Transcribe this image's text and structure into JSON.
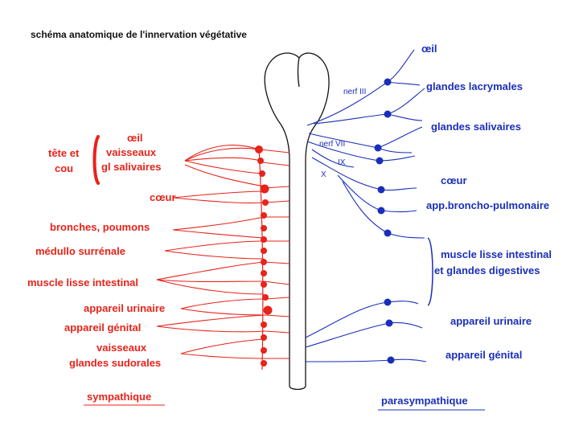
{
  "title": "schéma anatomique de l'innervation végétative",
  "colors": {
    "sympathetic": "#e8231a",
    "parasympathetic": "#1a2fb8",
    "outline": "#111111"
  },
  "sympathetic": {
    "group_label_1": "tête et",
    "group_label_2": "cou",
    "items": [
      "œil",
      "vaisseaux",
      "gl salivaires",
      "cœur",
      "bronches, poumons",
      "médullo surrénale",
      "muscle lisse intestinal",
      "appareil urinaire",
      "appareil génital",
      "vaisseaux",
      "glandes sudorales"
    ],
    "footer": "sympathique"
  },
  "parasympathetic": {
    "nerves": [
      "nerf III",
      "nerf VII",
      "IX",
      "X"
    ],
    "items": [
      "œil",
      "glandes lacrymales",
      "glandes salivaires",
      "cœur",
      "app.broncho-pulmonaire",
      "muscle lisse intestinal",
      "et glandes digestives",
      "appareil urinaire",
      "appareil génital"
    ],
    "footer": "parasympathique"
  }
}
